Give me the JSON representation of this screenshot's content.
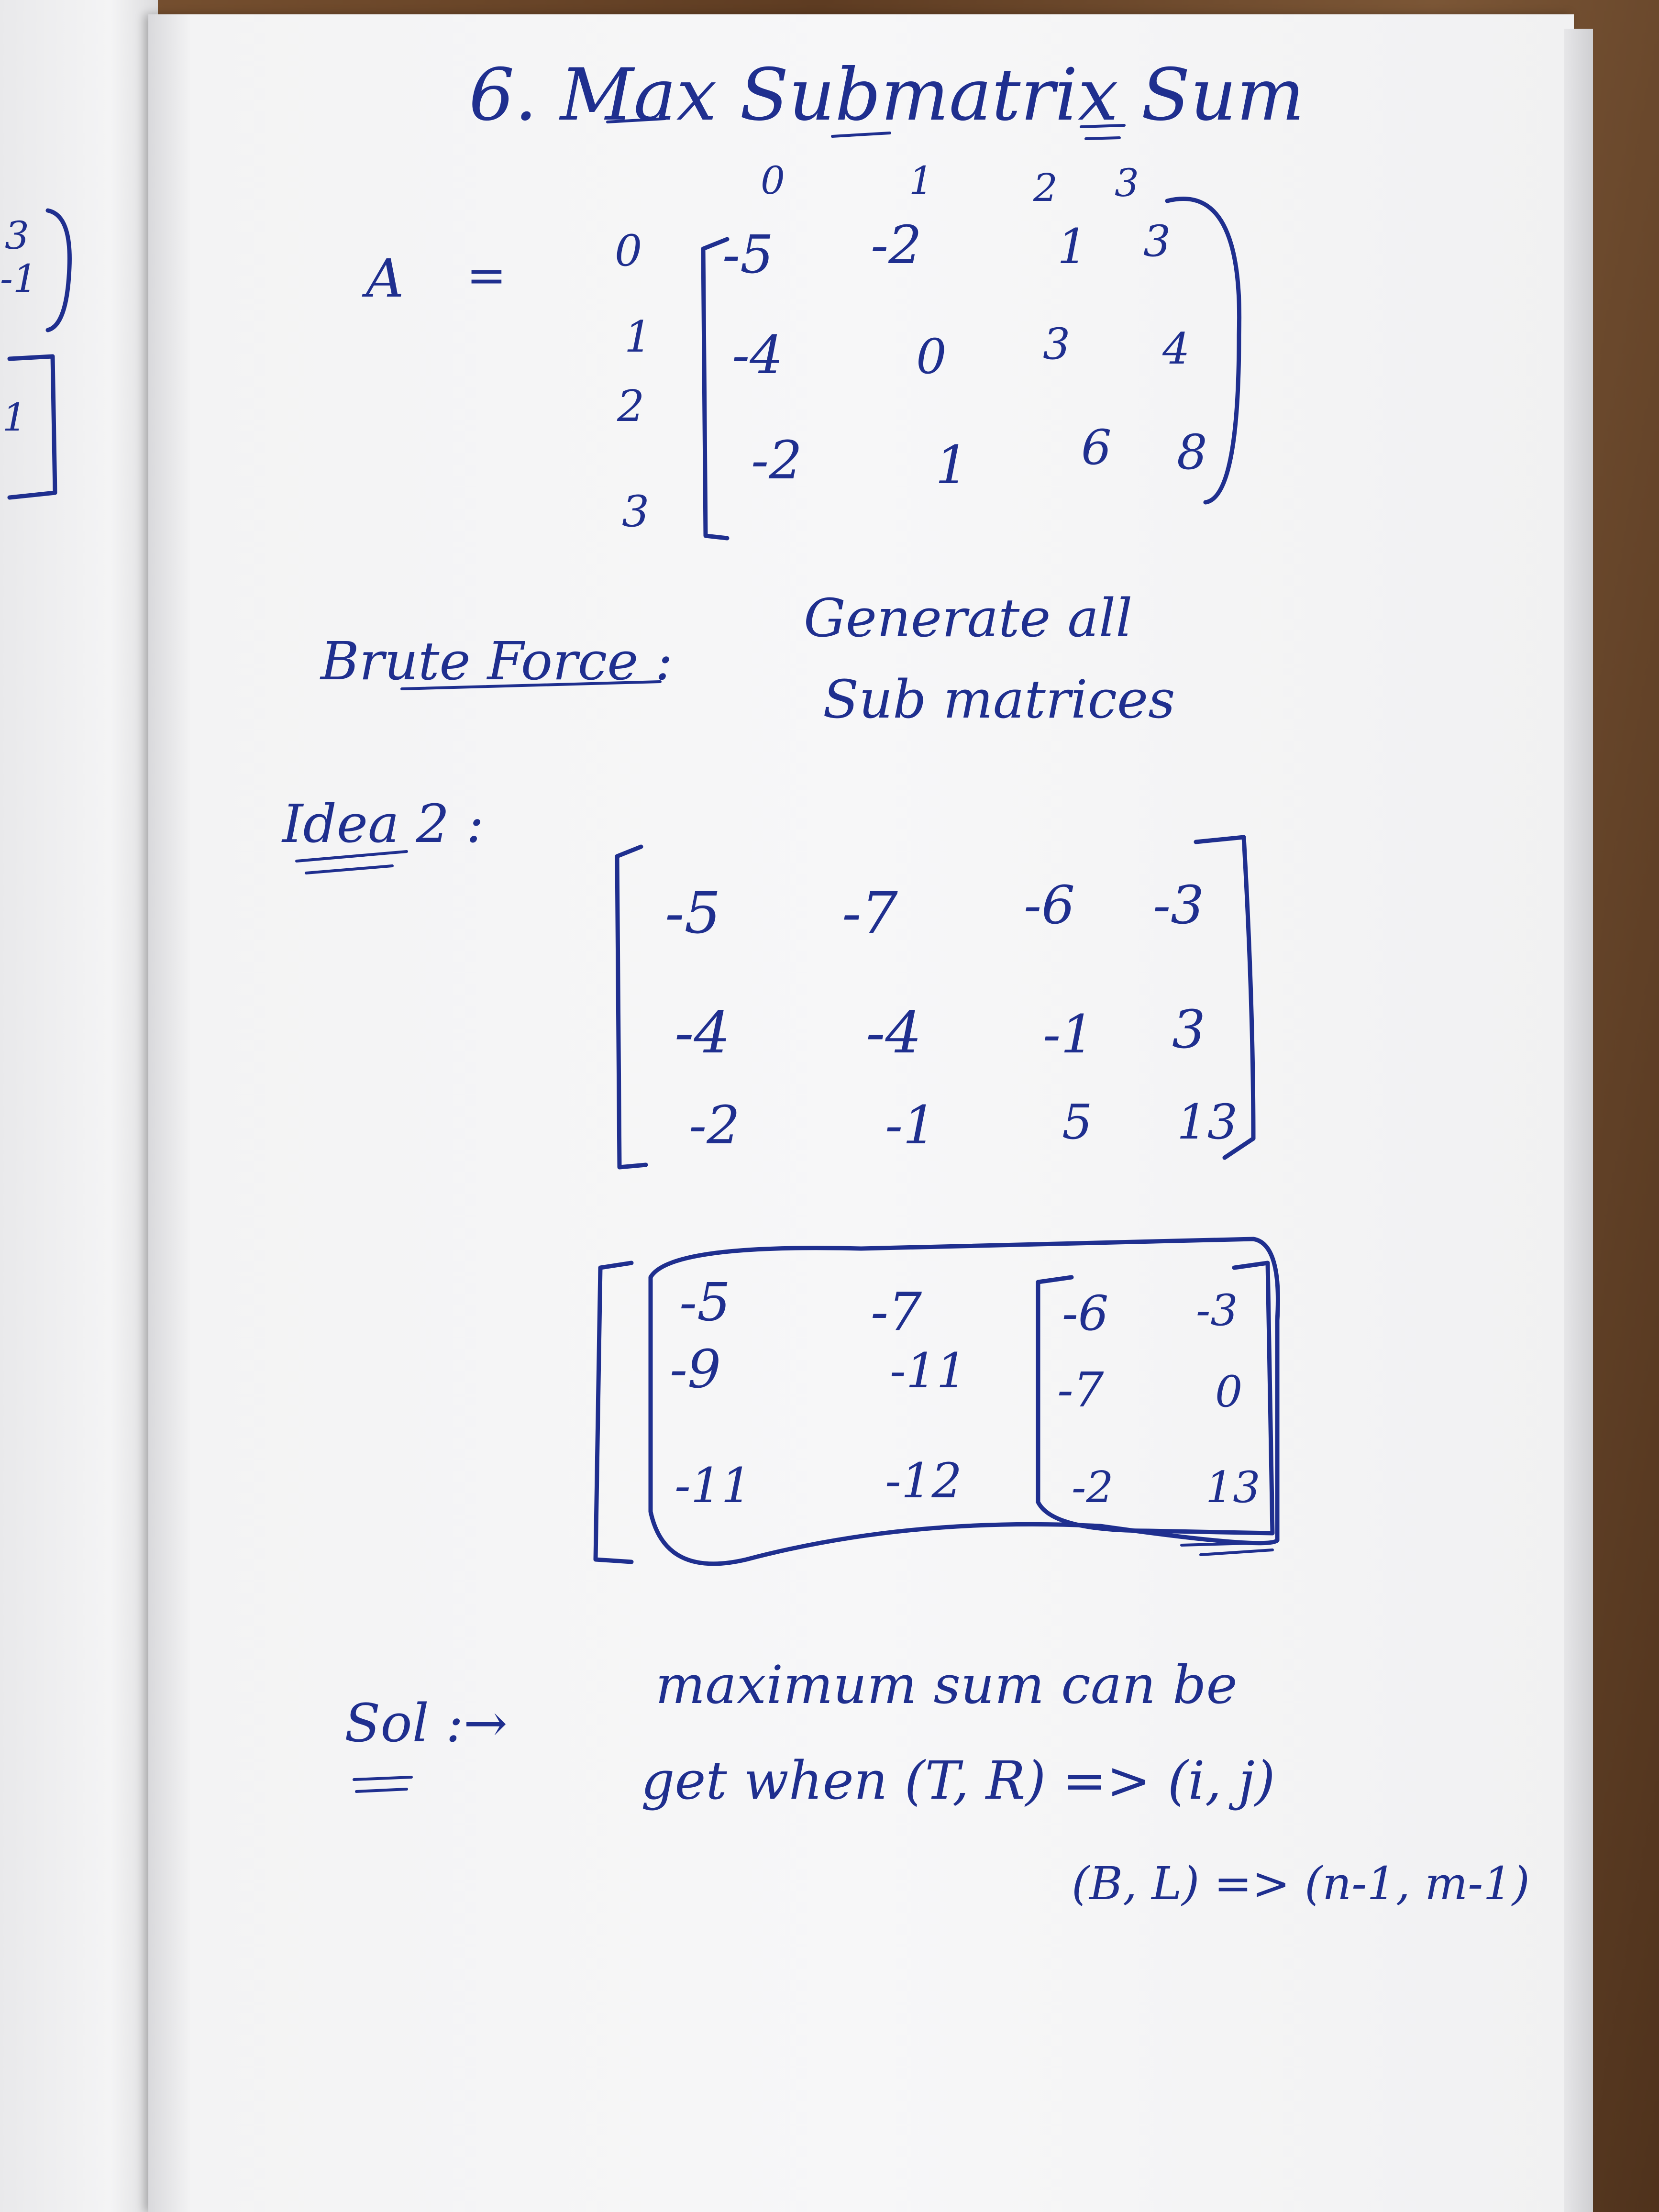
{
  "title": "6. Max Submatrix Sum",
  "matrix_a": {
    "name": "A",
    "equals": "=",
    "col_indices": [
      "0",
      "1",
      "2",
      "3"
    ],
    "row_indices": [
      "0",
      "1",
      "2",
      "3"
    ],
    "rows": [
      [
        "-5",
        "-2",
        "1",
        "3"
      ],
      [
        "-4",
        "0",
        "3",
        "4"
      ],
      [
        "-2",
        "1",
        "6",
        "8"
      ]
    ]
  },
  "brute_force": {
    "label": "Brute Force :",
    "text_line1": "Generate all",
    "text_line2": "Sub matrices"
  },
  "idea2": {
    "label": "Idea 2 :",
    "matrix1": [
      [
        "-5",
        "-7",
        "-6",
        "-3"
      ],
      [
        "-4",
        "-4",
        "-1",
        "3"
      ],
      [
        "-2",
        "-1",
        "5",
        "13"
      ]
    ],
    "matrix2": [
      [
        "-5",
        "-7",
        "-6",
        "-3"
      ],
      [
        "-9",
        "-11",
        "-7",
        "0"
      ],
      [
        "-11",
        "-12",
        "-2",
        "13"
      ]
    ]
  },
  "solution": {
    "label": "Sol :→",
    "line1": "maximum sum can be",
    "line2": "get when (T, R) => (i, j)",
    "line3": "(B, L) => (n-1, m-1)"
  },
  "left_page_fragments": [
    "3",
    "-1",
    "1"
  ]
}
